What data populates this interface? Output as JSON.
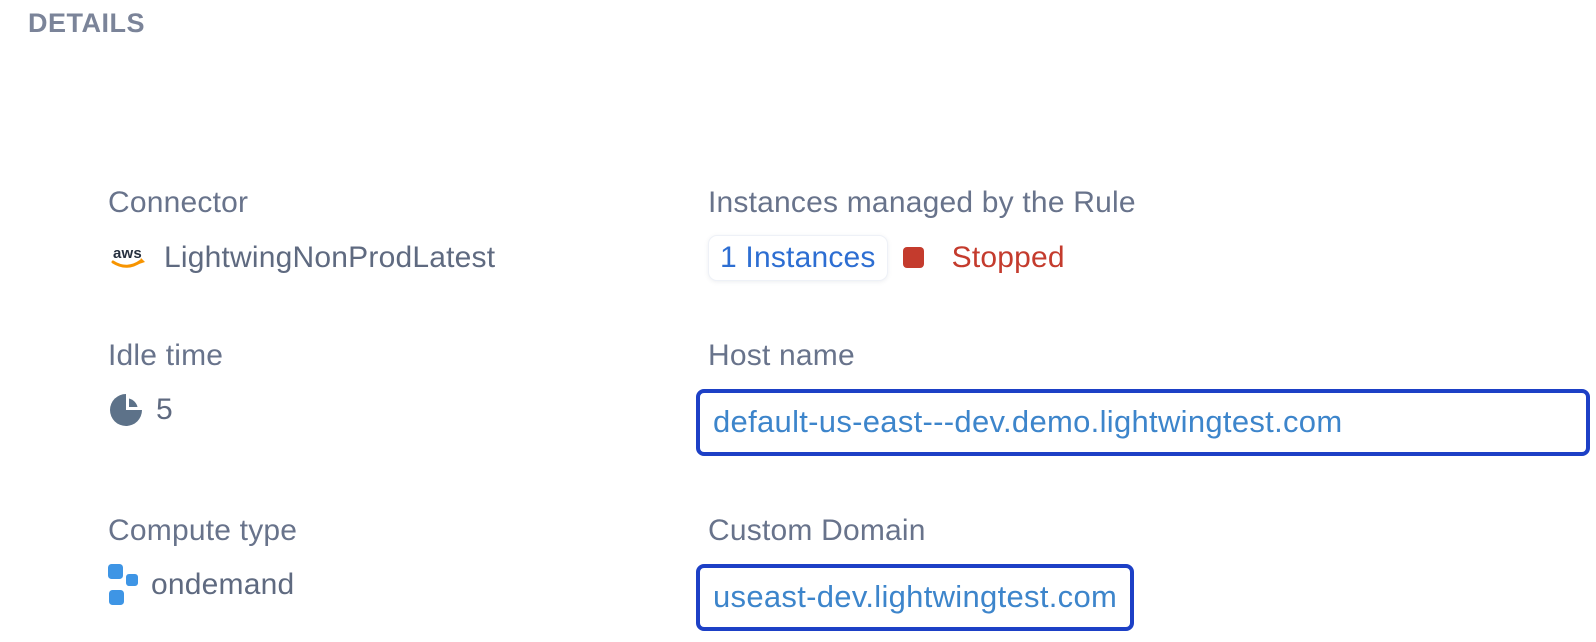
{
  "heading": "DETAILS",
  "fields": {
    "connector": {
      "label": "Connector",
      "value": "LightwingNonProdLatest",
      "icon": "aws-logo"
    },
    "idle_time": {
      "label": "Idle time",
      "value": "5",
      "icon": "pie-chart-icon"
    },
    "compute_type": {
      "label": "Compute type",
      "value": "ondemand",
      "icon": "compute-squares-icon"
    },
    "instances": {
      "label": "Instances managed by the Rule",
      "count_link": "1 Instances",
      "status": "Stopped",
      "status_icon": "red-square-status-icon"
    },
    "host_name": {
      "label": "Host name",
      "value": "default-us-east---dev.demo.lightwingtest.com"
    },
    "custom_domain": {
      "label": "Custom Domain",
      "value": "useast-dev.lightwingtest.com"
    }
  },
  "colors": {
    "heading_gray": "#7b8499",
    "label_gray": "#68738b",
    "value_gray": "#5f6a80",
    "link_blue": "#2d6ed2",
    "url_blue": "#3d85cb",
    "border_blue": "#1d40c6",
    "status_red": "#c43b2d",
    "aws_navy": "#252f3e",
    "aws_orange": "#f79400",
    "compute_blue": "#3e95e5",
    "pie_slate": "#5d7289"
  }
}
